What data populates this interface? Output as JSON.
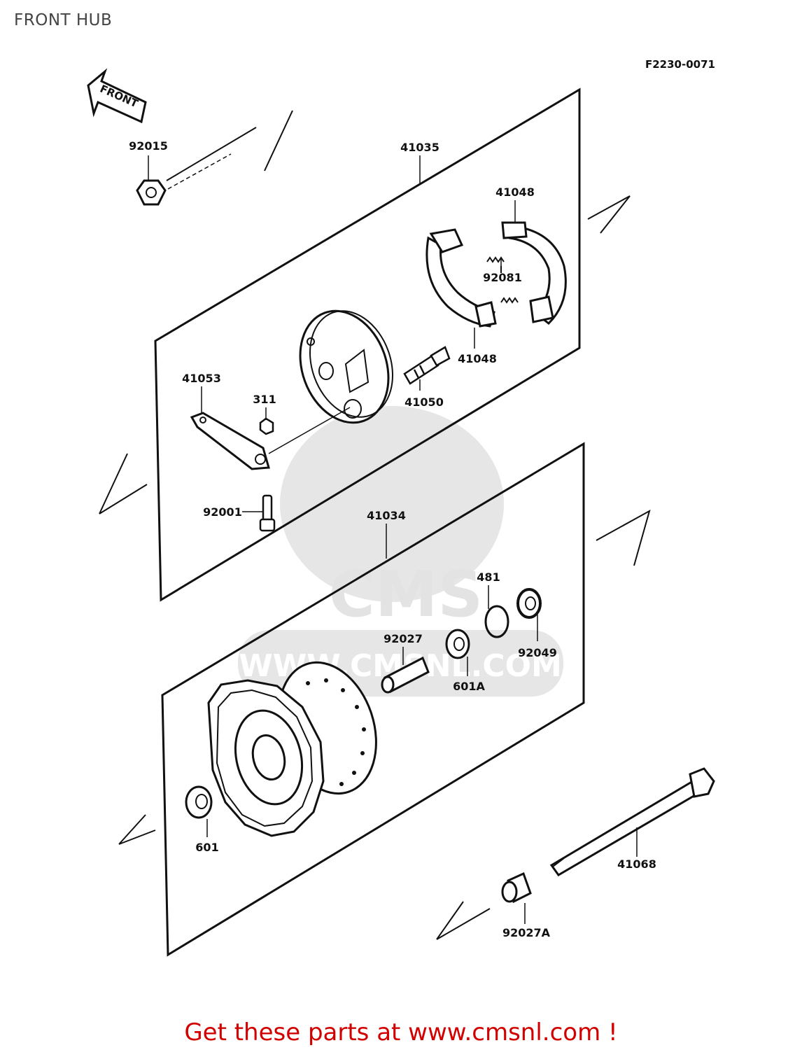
{
  "title": "FRONT HUB",
  "ref_code": "F2230-0071",
  "front_label": "FRONT",
  "footer": "Get these parts at www.cmsnl.com !",
  "watermark": {
    "brand": "CMS",
    "url": "WWW.CMSNL.COM"
  },
  "parts": {
    "p92015": "92015",
    "p41035": "41035",
    "p41048a": "41048",
    "p92081": "92081",
    "p41048b": "41048",
    "p41053": "41053",
    "p311": "311",
    "p41050": "41050",
    "p92001": "92001",
    "p41034": "41034",
    "p481": "481",
    "p92049": "92049",
    "p92027": "92027",
    "p601A": "601A",
    "p601": "601",
    "p41068": "41068",
    "p92027A": "92027A"
  },
  "colors": {
    "line": "#111111",
    "footer": "#d20000",
    "watermark": "#e6e6e6"
  }
}
